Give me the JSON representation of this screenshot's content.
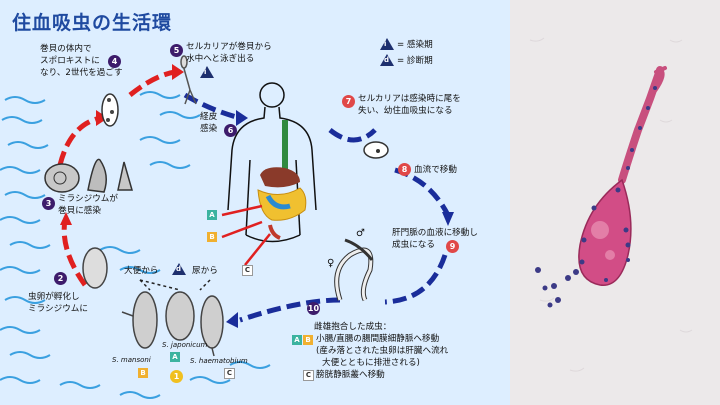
{
  "title": "住血吸虫の生活環",
  "legend": {
    "infective": "= 感染期",
    "diagnostic": "= 診断期",
    "infective_symbol": "i",
    "diagnostic_symbol": "d"
  },
  "steps": {
    "s4": {
      "num": "4",
      "lines": [
        "巻貝の体内で",
        "スポロキストに",
        "なり、2世代を過ごす"
      ]
    },
    "s5": {
      "num": "5",
      "lines": [
        "セルカリアが巻貝から",
        "水中へと泳ぎ出る"
      ]
    },
    "s6": {
      "num": "6",
      "lines": [
        "経皮",
        "感染"
      ]
    },
    "s7": {
      "num": "7",
      "lines": [
        "セルカリアは感染時に尾を",
        "失い、幼住血吸虫になる"
      ]
    },
    "s8": {
      "num": "8",
      "lines": [
        "血流で移動"
      ]
    },
    "s9": {
      "num": "9",
      "lines": [
        "肝門脈の血液に移動し",
        "成虫になる"
      ]
    },
    "s10": {
      "num": "10"
    },
    "s3": {
      "num": "3",
      "lines": [
        "ミラシジウムが",
        "巻貝に感染"
      ]
    },
    "s2": {
      "num": "2",
      "lines": [
        "虫卵が孵化し",
        "ミラシジウムに"
      ]
    },
    "s1": {
      "num": "1"
    }
  },
  "eggs": {
    "feces": "大便から",
    "urine": "尿から",
    "species": [
      "S. mansoni",
      "S. japonicum",
      "S. haematobium"
    ]
  },
  "adults": {
    "heading": "雌雄抱合した成虫：",
    "ab_line": "小腸/直腸の腸間膜細静脈へ移動",
    "paren1": "(産み落とされた虫卵は肝臓へ流れ",
    "paren2": "大便とともに排泄される)",
    "c_line": "膀胱静脈叢へ移動",
    "female": "♀",
    "male": "♂"
  },
  "badges": {
    "a": "A",
    "b": "B",
    "c": "C"
  },
  "colors": {
    "title": "#1f4aa0",
    "arrow_red": "#e02020",
    "arrow_blue": "#1a2d9a",
    "background": "#ddeeff",
    "stain": "#c8507e"
  }
}
